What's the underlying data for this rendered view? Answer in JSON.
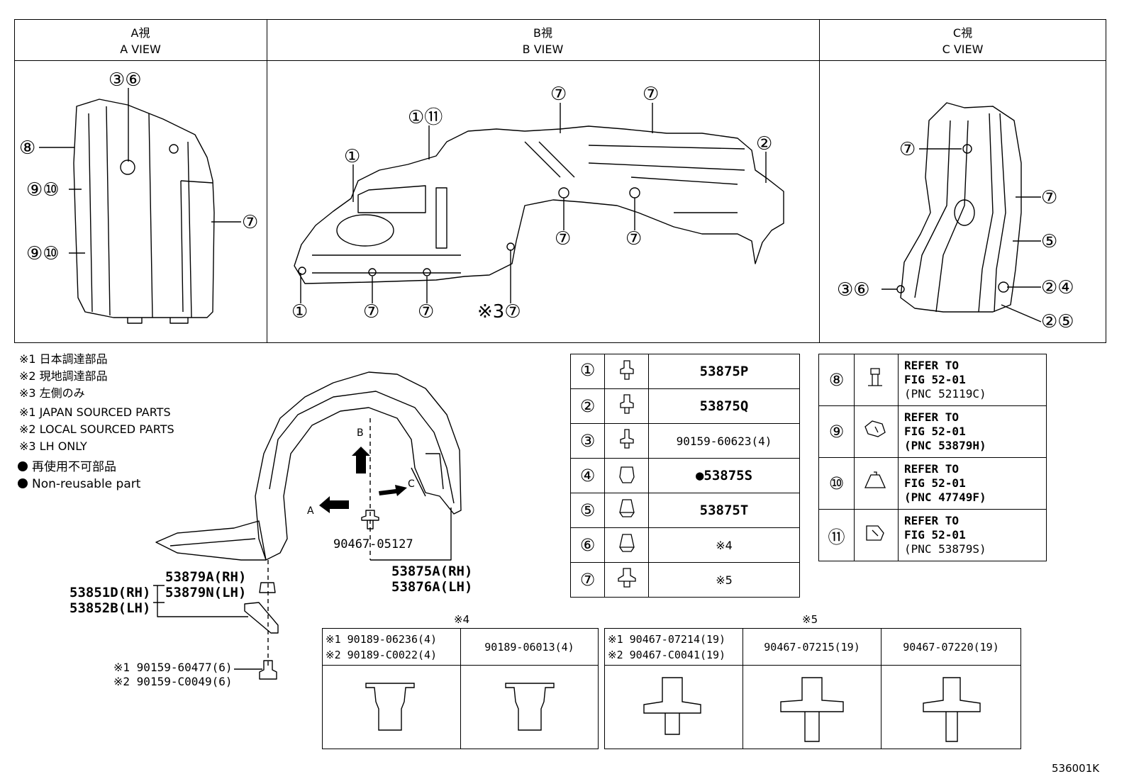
{
  "views": [
    {
      "jp": "A視",
      "en": "A VIEW"
    },
    {
      "jp": "B視",
      "en": "B VIEW"
    },
    {
      "jp": "C視",
      "en": "C VIEW"
    }
  ],
  "callouts": {
    "a": [
      "③⑥",
      "⑧",
      "⑨⑩",
      "⑨⑩",
      "⑦"
    ],
    "b": [
      "①⑪",
      "⑦",
      "⑦",
      "②",
      "①",
      "⑦",
      "⑦",
      "①",
      "⑦",
      "⑦",
      "※3⑦"
    ],
    "c": [
      "⑦",
      "⑦",
      "⑤",
      "③⑥",
      "②④",
      "②⑤"
    ]
  },
  "notes": {
    "jp": [
      "※1 日本調達部品",
      "※2 現地調達部品",
      "※3 左側のみ"
    ],
    "en": [
      "※1 JAPAN SOURCED PARTS",
      "※2 LOCAL SOURCED PARTS",
      "※3 LH ONLY"
    ],
    "nonreuse_jp": "再使用不可部品",
    "nonreuse_en": "Non-reusable part"
  },
  "assembly": {
    "arrow_b": "B",
    "arrow_a": "A",
    "arrow_c": "C",
    "pn_clip": "90467-05127",
    "pn_liner_rh": "53875A(RH)",
    "pn_liner_lh": "53876A(LH)",
    "pn_seal_rh": "53879A(RH)",
    "pn_seal_lh": "53879N(LH)",
    "pn_brk_rh": "53851D(RH)",
    "pn_brk_lh": "53852B(LH)",
    "pn_bolt_1": "※1 90159-60477(6)",
    "pn_bolt_2": "※2 90159-C0049(6)"
  },
  "parts_left": [
    {
      "no": "①",
      "pn": "53875P"
    },
    {
      "no": "②",
      "pn": "53875Q"
    },
    {
      "no": "③",
      "pn": "90159-60623(4)"
    },
    {
      "no": "④",
      "pn": "●53875S"
    },
    {
      "no": "⑤",
      "pn": "53875T"
    },
    {
      "no": "⑥",
      "pn": "※4"
    },
    {
      "no": "⑦",
      "pn": "※5"
    }
  ],
  "parts_right": [
    {
      "no": "⑧",
      "l1": "REFER TO",
      "l2": "FIG 52-01",
      "l3": "(PNC 52119C)"
    },
    {
      "no": "⑨",
      "l1": "REFER TO",
      "l2": "FIG 52-01",
      "l3": "(PNC 53879H)"
    },
    {
      "no": "⑩",
      "l1": "REFER TO",
      "l2": "FIG 52-01",
      "l3": "(PNC 47749F)"
    },
    {
      "no": "⑪",
      "l1": "REFER TO",
      "l2": "FIG 52-01",
      "l3": "(PNC 53879S)"
    }
  ],
  "table4": {
    "mark": "※4",
    "c1a": "※1  90189-06236(4)",
    "c1b": "※2  90189-C0022(4)",
    "c2": "90189-06013(4)"
  },
  "table5": {
    "mark": "※5",
    "c1a": "※1 90467-07214(19)",
    "c1b": "※2 90467-C0041(19)",
    "c2": "90467-07215(19)",
    "c3": "90467-07220(19)"
  },
  "code": "536001K"
}
